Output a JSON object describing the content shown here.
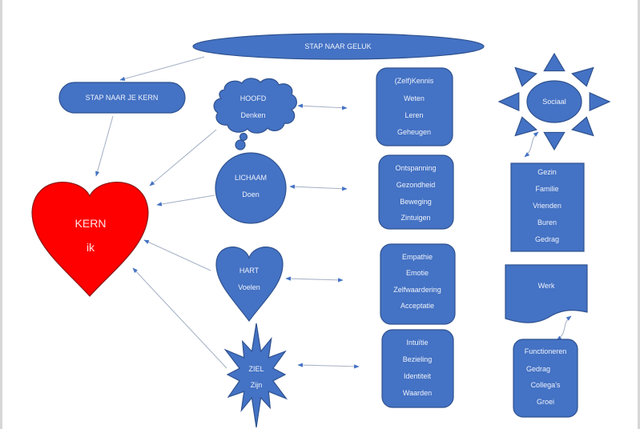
{
  "diagram": {
    "title": "STAP NAAR GELUK",
    "core_step": "STAP  NAAR JE KERN",
    "core": {
      "line1": "KERN",
      "line2": "ik"
    },
    "aspects": [
      {
        "name": "HOOFD",
        "verb": "Denken",
        "shape": "cloud",
        "items": [
          "(Zelf)Kennis",
          "Weten",
          "Leren",
          "Geheugen"
        ]
      },
      {
        "name": "LICHAAM",
        "verb": "Doen",
        "shape": "circle",
        "items": [
          "Ontspanning",
          "Gezondheid",
          "Beweging",
          "Zintuigen"
        ]
      },
      {
        "name": "HART",
        "verb": "Voelen",
        "shape": "heart",
        "items": [
          "Empathie",
          "Emotie",
          "Zelfwaardering",
          "Acceptatie"
        ]
      },
      {
        "name": "ZIEL",
        "verb": "Zijn",
        "shape": "starburst",
        "items": [
          "Intuïtie",
          "Bezieling",
          "Identiteit",
          "Waarden"
        ]
      }
    ],
    "social": {
      "label": "Sociaal",
      "items": [
        "Gezin",
        "Familie",
        "Vrienden",
        "Buren",
        "Gedrag"
      ]
    },
    "work": {
      "label": "Werk",
      "items": [
        "Functioneren",
        "Gedrag",
        "Collega’s",
        "Groei"
      ]
    },
    "colors": {
      "shape_fill": "#4472c4",
      "shape_stroke": "#2f528f",
      "core_fill": "#ff0000",
      "connector": "#a9b4c8",
      "text": "#eef2fb"
    }
  }
}
